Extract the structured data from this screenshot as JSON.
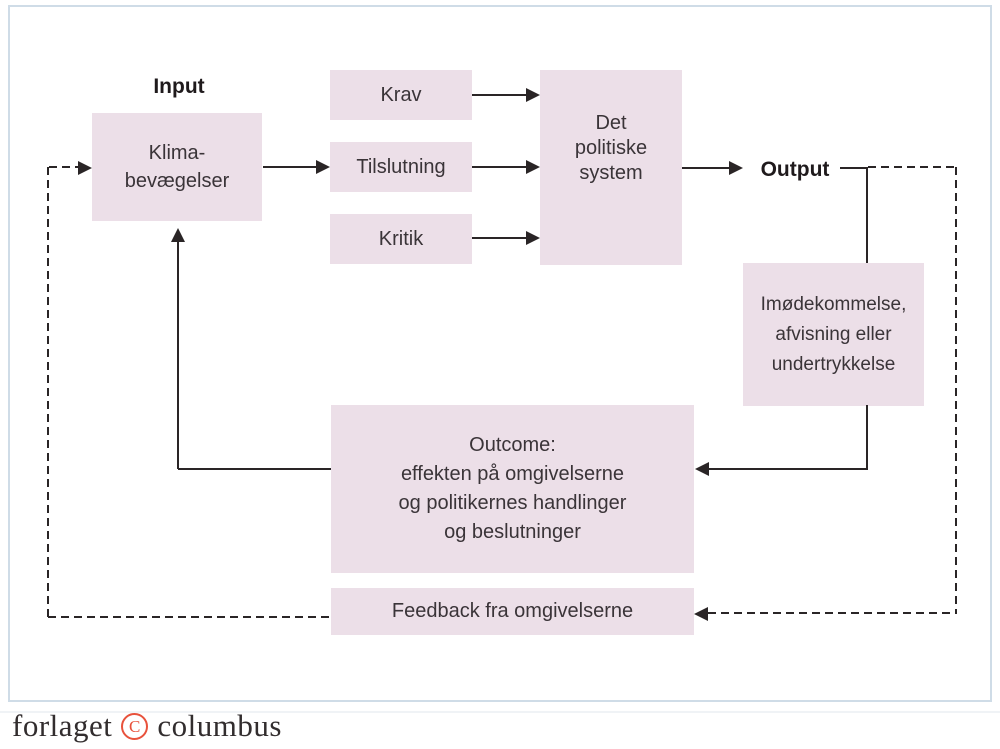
{
  "colors": {
    "box_fill": "#ecdfe8",
    "line": "#2a2526",
    "text": "#3a3438",
    "frame_border": "#cfdce7",
    "logo_text": "#322d2e",
    "logo_accent": "#e8523c"
  },
  "labels": {
    "input": "Input",
    "output": "Output"
  },
  "boxes": {
    "klima": {
      "lines": [
        "Klima-",
        "bevægelser"
      ]
    },
    "krav": {
      "label": "Krav"
    },
    "tilslutning": {
      "label": "Tilslutning"
    },
    "kritik": {
      "label": "Kritik"
    },
    "politiske_system": {
      "lines": [
        "Det",
        "politiske",
        "system"
      ]
    },
    "imoedekommelse": {
      "lines": [
        "Imødekommelse,",
        "afvisning eller",
        "undertrykkelse"
      ]
    },
    "outcome": {
      "lines": [
        "Outcome:",
        "effekten på omgivelserne",
        "og politikernes handlinger",
        "og beslutninger"
      ]
    },
    "feedback": {
      "label": "Feedback fra omgivelserne"
    }
  },
  "footer": {
    "publisher_prefix": "forlaget",
    "publisher_name": "columbus",
    "copyright_symbol": "C"
  }
}
